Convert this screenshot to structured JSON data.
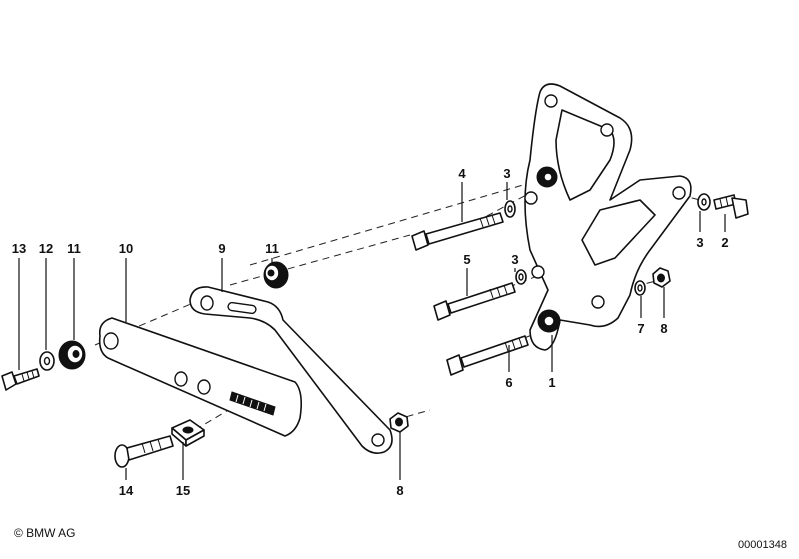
{
  "callouts": [
    {
      "id": "13",
      "label": "13"
    },
    {
      "id": "12",
      "label": "12"
    },
    {
      "id": "11a",
      "label": "11"
    },
    {
      "id": "10",
      "label": "10"
    },
    {
      "id": "9",
      "label": "9"
    },
    {
      "id": "11b",
      "label": "11"
    },
    {
      "id": "4",
      "label": "4"
    },
    {
      "id": "3a",
      "label": "3"
    },
    {
      "id": "5",
      "label": "5"
    },
    {
      "id": "3b",
      "label": "3"
    },
    {
      "id": "6",
      "label": "6"
    },
    {
      "id": "1",
      "label": "1"
    },
    {
      "id": "7",
      "label": "7"
    },
    {
      "id": "8a",
      "label": "8"
    },
    {
      "id": "3c",
      "label": "3"
    },
    {
      "id": "2",
      "label": "2"
    },
    {
      "id": "14",
      "label": "14"
    },
    {
      "id": "15",
      "label": "15"
    },
    {
      "id": "8b",
      "label": "8"
    }
  ],
  "footer": {
    "copyright": "© BMW AG",
    "document_number": "00001348"
  }
}
